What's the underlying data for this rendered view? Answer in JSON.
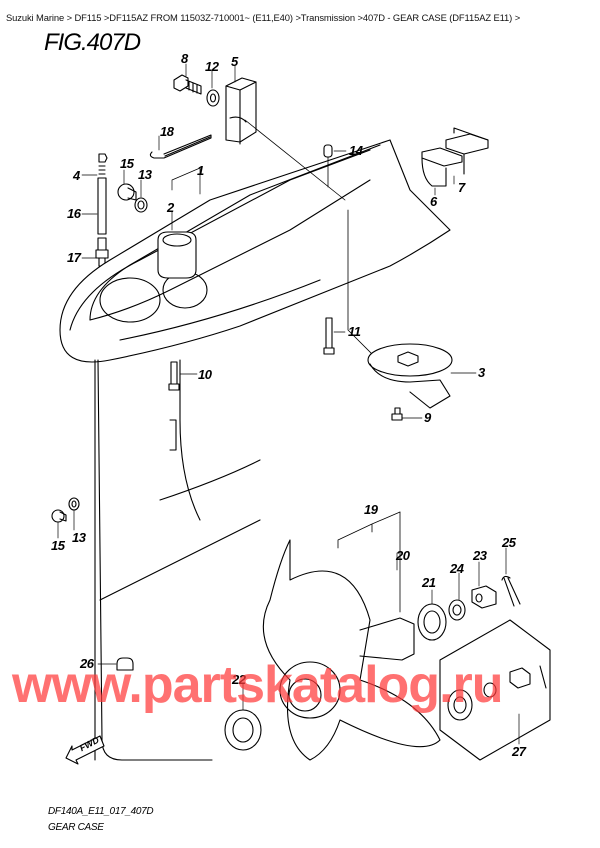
{
  "breadcrumb": {
    "text": "Suzuki Marine > DF115 >DF115AZ FROM 11503Z-710001~ (E11,E40) >Transmission >407D - GEAR CASE (DF115AZ E11) >",
    "items": [
      "Suzuki Marine",
      "DF115",
      "DF115AZ FROM 11503Z-710001~ (E11,E40)",
      "Transmission",
      "407D - GEAR CASE (DF115AZ E11)"
    ]
  },
  "figure": {
    "title": "FIG.407D",
    "code": "DF140A_E11_017_407D",
    "name": "GEAR CASE"
  },
  "watermark": {
    "text": "www.partskatalog.ru",
    "color": "#ff3b3b"
  },
  "direction_arrow": {
    "label": "FWD"
  },
  "callouts": [
    {
      "id": "1",
      "label": "1"
    },
    {
      "id": "2",
      "label": "2"
    },
    {
      "id": "3",
      "label": "3"
    },
    {
      "id": "4",
      "label": "4"
    },
    {
      "id": "5",
      "label": "5"
    },
    {
      "id": "6",
      "label": "6"
    },
    {
      "id": "7",
      "label": "7"
    },
    {
      "id": "8",
      "label": "8"
    },
    {
      "id": "9",
      "label": "9"
    },
    {
      "id": "10",
      "label": "10"
    },
    {
      "id": "11",
      "label": "11"
    },
    {
      "id": "12",
      "label": "12"
    },
    {
      "id": "13a",
      "label": "13"
    },
    {
      "id": "13b",
      "label": "13"
    },
    {
      "id": "14",
      "label": "14"
    },
    {
      "id": "15a",
      "label": "15"
    },
    {
      "id": "15b",
      "label": "15"
    },
    {
      "id": "16",
      "label": "16"
    },
    {
      "id": "17",
      "label": "17"
    },
    {
      "id": "18",
      "label": "18"
    },
    {
      "id": "19",
      "label": "19"
    },
    {
      "id": "20",
      "label": "20"
    },
    {
      "id": "21",
      "label": "21"
    },
    {
      "id": "22",
      "label": "22"
    },
    {
      "id": "23",
      "label": "23"
    },
    {
      "id": "24",
      "label": "24"
    },
    {
      "id": "25",
      "label": "25"
    },
    {
      "id": "26",
      "label": "26"
    },
    {
      "id": "27",
      "label": "27"
    }
  ]
}
